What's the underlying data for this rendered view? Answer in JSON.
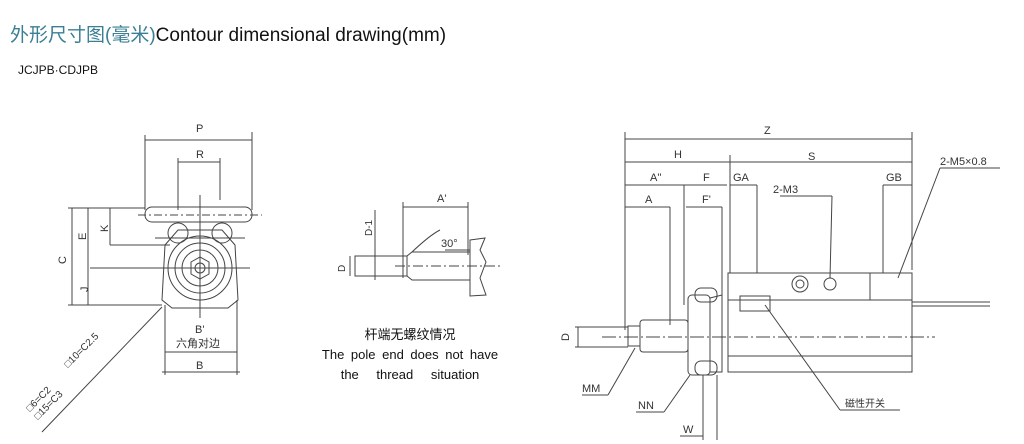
{
  "header": {
    "title_cn": "外形尺寸图(毫米)",
    "title_en": "Contour dimensional drawing(mm)",
    "model": "JCJPB·CDJPB"
  },
  "front_view": {
    "labels": {
      "P": "P",
      "R": "R",
      "C": "C",
      "E": "E",
      "K": "K",
      "J": "J",
      "B_prime": "B'",
      "hex_note": "六角对边",
      "B": "B"
    },
    "chamfer_notes": [
      "□10=C2.5",
      "□6=C2",
      "□15=C3"
    ]
  },
  "rod_end_view": {
    "labels": {
      "A_prime": "A'",
      "angle": "30°",
      "D": "D",
      "D1": "D-1"
    },
    "caption_cn": "杆端无螺纹情况",
    "caption_en_1": "The pole end does not have",
    "caption_en_2": "the thread situation"
  },
  "side_view": {
    "labels": {
      "Z": "Z",
      "H": "H",
      "S": "S",
      "A2": "A''",
      "F": "F",
      "GA": "GA",
      "GB": "GB",
      "A": "A",
      "F_prime": "F'",
      "M3": "2-M3",
      "M5": "2-M5×0.8",
      "D": "D",
      "MM": "MM",
      "NN": "NN",
      "W": "W",
      "switch": "磁性开关"
    }
  }
}
